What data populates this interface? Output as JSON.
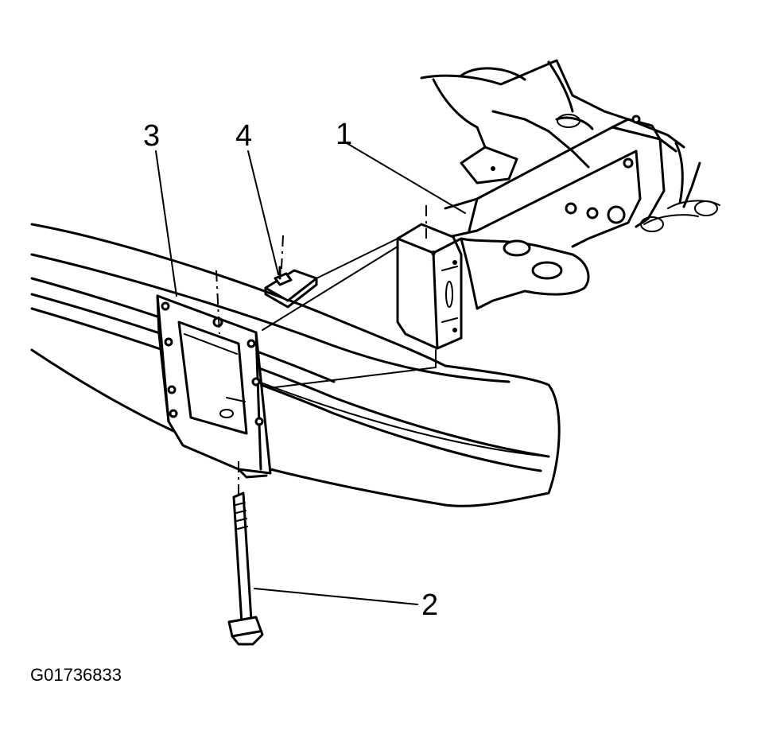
{
  "callouts": [
    {
      "id": "1",
      "text": "1"
    },
    {
      "id": "2",
      "text": "2"
    },
    {
      "id": "3",
      "text": "3"
    },
    {
      "id": "4",
      "text": "4"
    }
  ],
  "reference_code": "G01736833"
}
